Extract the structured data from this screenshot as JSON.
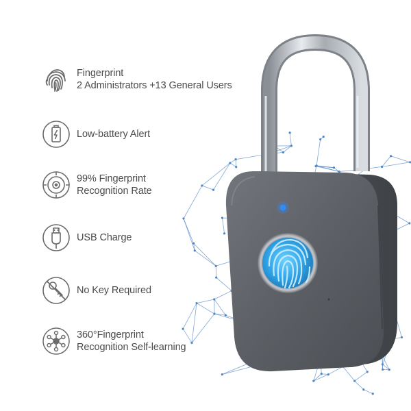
{
  "colors": {
    "text": "#4a4a4a",
    "icon_stroke": "#6b6b6b",
    "network": "#4f86c6",
    "lock_body": "#5e6166",
    "fingerprint_glow": "#3ab0ee",
    "led": "#2f8cff"
  },
  "features": [
    {
      "icon": "fingerprint-icon",
      "lines": [
        "Fingerprint",
        "2 Administrators +13 General Users"
      ]
    },
    {
      "icon": "battery-icon",
      "lines": [
        "Low-battery Alert"
      ]
    },
    {
      "icon": "target-icon",
      "lines": [
        "99% Fingerprint",
        "Recognition Rate"
      ]
    },
    {
      "icon": "usb-icon",
      "lines": [
        "USB Charge"
      ]
    },
    {
      "icon": "no-key-icon",
      "lines": [
        "No Key Required"
      ]
    },
    {
      "icon": "network-icon",
      "lines": [
        "360°Fingerprint",
        "Recognition Self-learning"
      ]
    }
  ],
  "product": {
    "name": "fingerprint-padlock",
    "icon": "padlock-icon"
  }
}
